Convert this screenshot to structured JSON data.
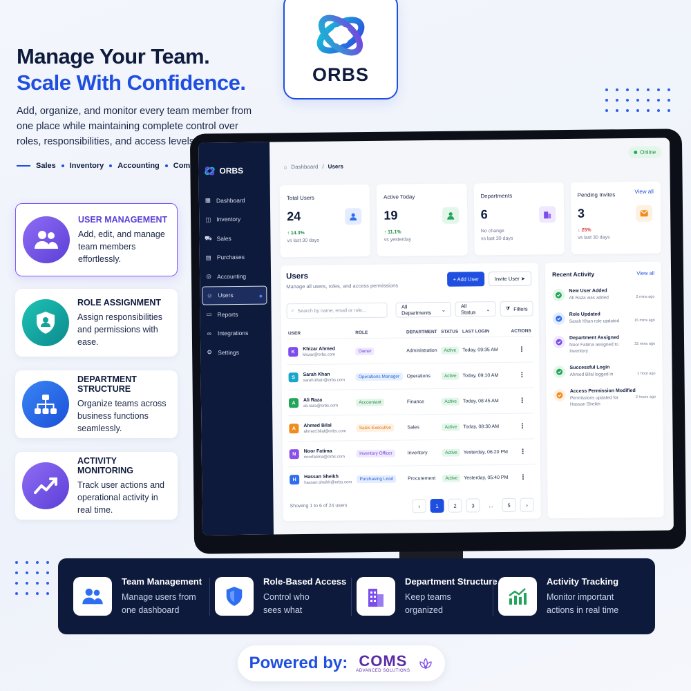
{
  "hero": {
    "title_line1": "Manage Your Team.",
    "title_line2": "Scale With Confidence.",
    "description": "Add, organize, and monitor every team member from one place while maintaining complete control over roles, responsibilities, and access levels.",
    "tags": [
      "Sales",
      "Inventory",
      "Accounting",
      "Compliance"
    ]
  },
  "logo": {
    "name": "ORBS"
  },
  "features": [
    {
      "title": "USER MANAGEMENT",
      "text": "Add, edit, and manage team members effortlessly.",
      "icon": "users-icon"
    },
    {
      "title": "ROLE ASSIGNMENT",
      "text": "Assign responsibilities and permissions with ease.",
      "icon": "shield-user-icon"
    },
    {
      "title": "DEPARTMENT STRUCTURE",
      "text": "Organize teams across business functions seamlessly.",
      "icon": "org-chart-icon"
    },
    {
      "title": "ACTIVITY MONITORING",
      "text": "Track user actions and operational activity in real time.",
      "icon": "trend-icon"
    }
  ],
  "app": {
    "brand": "ORBS",
    "sidebar": [
      "Dashboard",
      "Inventory",
      "Sales",
      "Purchases",
      "Accounting",
      "Users",
      "Reports",
      "Integrations",
      "Settings"
    ],
    "breadcrumb": {
      "root": "Dashboard",
      "sep": "/",
      "current": "Users"
    },
    "online": "Online",
    "stats": [
      {
        "label": "Total Users",
        "value": "24",
        "delta": "↑ 14.3%",
        "sub": "vs last 30 days",
        "dir": "up"
      },
      {
        "label": "Active Today",
        "value": "19",
        "delta": "↑ 11.1%",
        "sub": "vs yesterday",
        "dir": "up"
      },
      {
        "label": "Departments",
        "value": "6",
        "delta": "No change",
        "sub": "vs last 30 days",
        "dir": "none"
      },
      {
        "label": "Pending Invites",
        "value": "3",
        "delta": "↓ 25%",
        "sub": "vs last 30 days",
        "dir": "down",
        "link": "View all"
      }
    ],
    "users_panel": {
      "title": "Users",
      "description": "Manage all users, roles, and access permissions",
      "add_label": "+ Add User",
      "invite_label": "Invite User",
      "search_placeholder": "Search by name, email or role...",
      "dept_filter": "All Departments",
      "status_filter": "All Status",
      "filters_label": "Filters",
      "columns": [
        "USER",
        "ROLE",
        "DEPARTMENT",
        "STATUS",
        "LAST LOGIN",
        "ACTIONS"
      ],
      "rows": [
        {
          "initial": "K",
          "name": "Khizar Ahmed",
          "email": "khizar@orbs.com",
          "role": "Owner",
          "dept": "Administration",
          "status": "Active",
          "login": "Today, 09:35 AM",
          "color": "#7c4dea",
          "rolebg": "#efe8ff",
          "rolefg": "#6a3fd6"
        },
        {
          "initial": "S",
          "name": "Sarah Khan",
          "email": "sarah.khan@orbs.com",
          "role": "Operations Manager",
          "dept": "Operations",
          "status": "Active",
          "login": "Today, 09:10 AM",
          "color": "#19a6c9",
          "rolebg": "#e4f0ff",
          "rolefg": "#2a5fd8"
        },
        {
          "initial": "A",
          "name": "Ali Raza",
          "email": "ali.raza@orbs.com",
          "role": "Accountant",
          "dept": "Finance",
          "status": "Active",
          "login": "Today, 08:45 AM",
          "color": "#22a55a",
          "rolebg": "#e4f6ea",
          "rolefg": "#1d8a45"
        },
        {
          "initial": "A",
          "name": "Ahmed Bilal",
          "email": "ahmed.bilal@orbs.com",
          "role": "Sales Executive",
          "dept": "Sales",
          "status": "Active",
          "login": "Today, 08:30 AM",
          "color": "#f08c1c",
          "rolebg": "#fff1e2",
          "rolefg": "#d77410"
        },
        {
          "initial": "N",
          "name": "Noor Fatima",
          "email": "noorfatima@orbs.com",
          "role": "Inventory Officer",
          "dept": "Inventory",
          "status": "Active",
          "login": "Yesterday, 06:20 PM",
          "color": "#8a4fe6",
          "rolebg": "#efe8ff",
          "rolefg": "#6a3fd6"
        },
        {
          "initial": "H",
          "name": "Hassan Sheikh",
          "email": "hassan.sheikh@orbs.com",
          "role": "Purchasing Lead",
          "dept": "Procurement",
          "status": "Active",
          "login": "Yesterday, 05:40 PM",
          "color": "#2f6ef0",
          "rolebg": "#e4edff",
          "rolefg": "#2a5fd8"
        }
      ],
      "showing": "Showing 1 to 6 of 24 users",
      "pages": [
        "1",
        "2",
        "3",
        "...",
        "5"
      ]
    },
    "activity": {
      "title": "Recent Activity",
      "link": "View all",
      "items": [
        {
          "title": "New User Added",
          "desc": "Ali Raza was added",
          "time": "2 mins ago",
          "color": "#22a55a",
          "bg": "#e4f6ea"
        },
        {
          "title": "Role Updated",
          "desc": "Sarah Khan role updated",
          "time": "15 mins ago",
          "color": "#2f6ef0",
          "bg": "#e4edff"
        },
        {
          "title": "Department Assigned",
          "desc": "Noor Fatima assigned to Inventory",
          "time": "32 mins ago",
          "color": "#7c4dea",
          "bg": "#efe8ff"
        },
        {
          "title": "Successful Login",
          "desc": "Ahmed Bilal logged in",
          "time": "1 hour ago",
          "color": "#22a55a",
          "bg": "#e4f6ea"
        },
        {
          "title": "Access Permission Modified",
          "desc": "Permissions updated for Hassan Sheikh",
          "time": "2 hours ago",
          "color": "#f08c1c",
          "bg": "#fff1e2"
        }
      ]
    }
  },
  "banner": [
    {
      "title": "Team Management",
      "text": "Manage users from one dashboard",
      "icon": "users-icon"
    },
    {
      "title": "Role-Based Access",
      "text": "Control who sees what",
      "icon": "shield-icon"
    },
    {
      "title": "Department Structure",
      "text": "Keep teams organized",
      "icon": "building-icon"
    },
    {
      "title": "Activity Tracking",
      "text": "Monitor important actions in real time",
      "icon": "chart-icon"
    }
  ],
  "powered": {
    "label": "Powered by:",
    "company": "COMS",
    "company_sub": "ADVANCED SOLUTIONS"
  },
  "colors": {
    "accent": "#1f4fe0",
    "navy": "#0e1a3c",
    "purple": "#7c5cf0"
  }
}
